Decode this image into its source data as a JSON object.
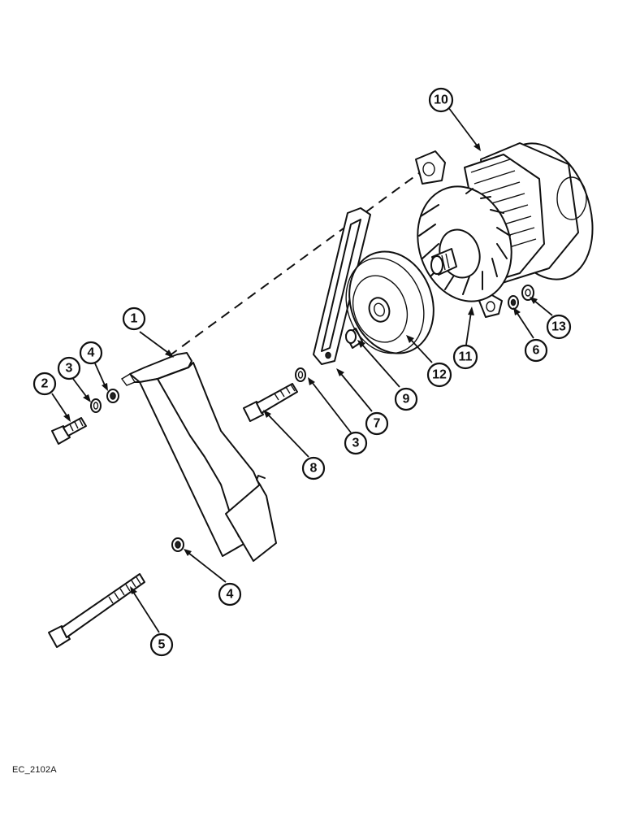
{
  "callouts": {
    "c1": "1",
    "c2": "2",
    "c3a": "3",
    "c4a": "4",
    "c3b": "3",
    "c4b": "4",
    "c5": "5",
    "c6": "6",
    "c7": "7",
    "c8": "8",
    "c9": "9",
    "c10": "10",
    "c11": "11",
    "c12": "12",
    "c13": "13"
  },
  "drawing_code": "EC_2102A"
}
